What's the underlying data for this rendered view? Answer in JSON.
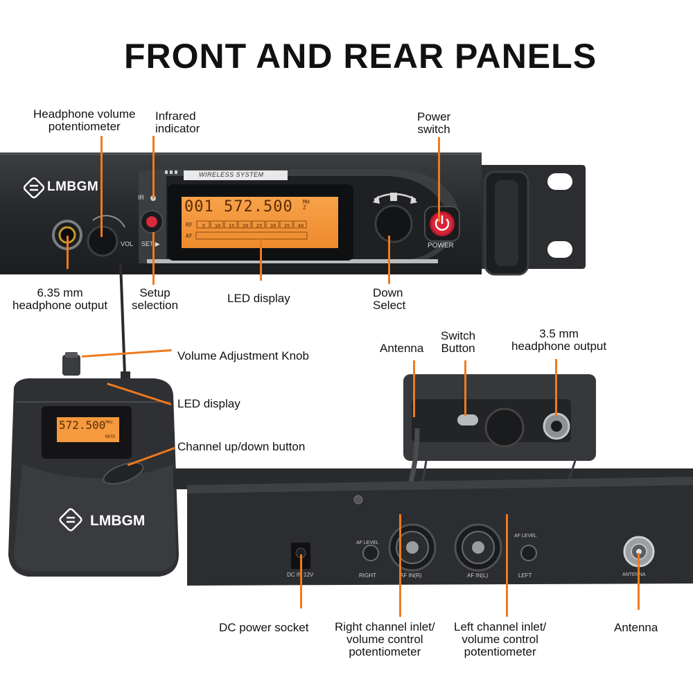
{
  "title": "FRONT AND REAR PANELS",
  "brand": "LMBGM",
  "front_panel": {
    "band_label": "WIRELESS SYSTEM",
    "ir_label": "IR",
    "vol_label": "VOL",
    "set_label": "SET ▶",
    "power_label": "POWER",
    "lcd_main": "001 572.500",
    "lcd_unit": "MHZ",
    "lcd_rf_label": "RF",
    "lcd_af_label": "AF",
    "lcd_scale": [
      "5",
      "10",
      "15",
      "20",
      "25",
      "30",
      "35",
      "40"
    ]
  },
  "bodypack": {
    "lcd_text": "572.500",
    "lcd_unit": "MHz",
    "lcd_mute": "MUTE"
  },
  "rear_panel": {
    "dc_label": "DC IN 12V",
    "af_level_label": "AF LEVEL",
    "right_label": "RIGHT",
    "left_label": "LEFT",
    "af_in_r": "AF IN(R)",
    "af_in_l": "AF IN(L)",
    "antenna_label": "ANTENNA"
  },
  "callouts": {
    "headphone_volume": "Headphone volume\npotentiometer",
    "infrared": "Infrared\nindicator",
    "power_switch": "Power\nswitch",
    "headphone_output_635": "6.35 mm\nheadphone output",
    "setup_selection": "Setup\nselection",
    "led_display_front": "LED display",
    "down_select": "Down\nSelect",
    "volume_knob": "Volume Adjustment Knob",
    "led_display_pack": "LED display",
    "channel_button": "Channel up/down button",
    "antenna_pack": "Antenna",
    "switch_button": "Switch\nButton",
    "headphone_output_35": "3.5 mm\nheadphone output",
    "dc_power": "DC power socket",
    "right_channel": "Right channel inlet/\nvolume control\npotentiometer",
    "left_channel": "Left channel inlet/\nvolume control\npotentiometer",
    "antenna_rear": "Antenna"
  },
  "colors": {
    "accent": "#f07a1e",
    "lcd": "#f59a3e",
    "device_dark": "#2a2b2e",
    "power_red": "#e0283c"
  }
}
